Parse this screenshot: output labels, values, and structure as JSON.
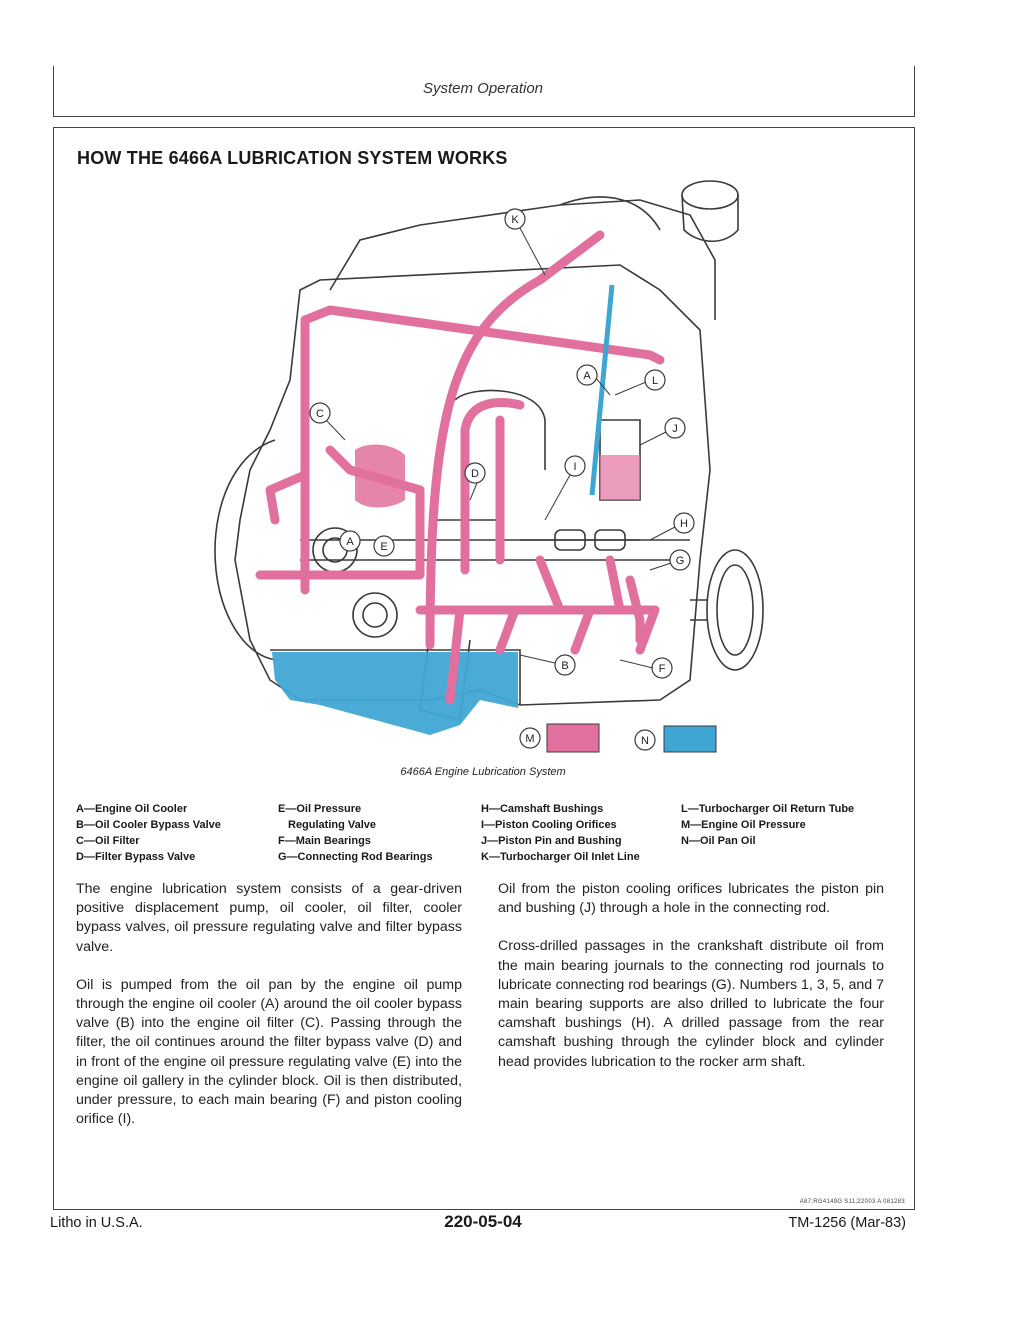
{
  "header": {
    "section": "System Operation"
  },
  "page": {
    "title": "HOW THE 6466A LUBRICATION SYSTEM WORKS"
  },
  "figure": {
    "caption": "6466A Engine Lubrication System",
    "labels": [
      "A",
      "B",
      "C",
      "D",
      "E",
      "F",
      "G",
      "H",
      "I",
      "J",
      "K",
      "L",
      "M",
      "N"
    ],
    "key": {
      "M": {
        "label": "M",
        "color": "#e2709e"
      },
      "N": {
        "label": "N",
        "color": "#3fa6d4"
      }
    },
    "colors": {
      "pressure": "#e2709e",
      "pan_oil": "#3fa6d4",
      "line": "#3a3a3a"
    }
  },
  "legend": {
    "col1": [
      "A—Engine Oil Cooler",
      "B—Oil Cooler Bypass Valve",
      "C—Oil Filter",
      "D—Filter Bypass Valve"
    ],
    "col2": [
      "E—Oil Pressure",
      "Regulating Valve",
      "F—Main Bearings",
      "G—Connecting Rod Bearings"
    ],
    "col3": [
      "H—Camshaft Bushings",
      "I—Piston Cooling Orifices",
      "J—Piston Pin and Bushing",
      "K—Turbocharger Oil Inlet Line"
    ],
    "col4": [
      "L—Turbocharger Oil Return Tube",
      "M—Engine Oil Pressure",
      "N—Oil Pan Oil"
    ]
  },
  "body": {
    "left": [
      "The engine lubrication system consists of a gear-driven positive displacement pump, oil cooler, oil filter, cooler bypass valves, oil pressure regulating valve and filter bypass valve.",
      "Oil is pumped from the oil pan by the engine oil pump through the engine oil cooler (A) around the oil cooler bypass valve (B) into the engine oil filter (C). Passing through the filter, the oil continues around the filter bypass valve (D) and in front of the engine oil pressure regulating valve (E) into the engine oil gallery in the cylinder block. Oil is then distributed, under pressure, to each main bearing (F) and piston cooling orifice (I)."
    ],
    "right": [
      "Oil from the piston cooling orifices lubricates the piston pin and bushing (J) through a hole in the connecting rod.",
      "Cross-drilled passages in the crankshaft distribute oil from the main bearing journals to the connecting rod journals to lubricate connecting rod bearings (G). Numbers 1, 3, 5, and 7 main bearing supports are also drilled to lubricate the four camshaft bushings (H). A drilled passage from the rear camshaft bushing through the cylinder block and cylinder head provides lubrication to the rocker arm shaft."
    ]
  },
  "footer": {
    "left": "Litho in U.S.A.",
    "center": "220-05-04",
    "right": "TM-1256 (Mar-83)",
    "code": "A87;RG4149G  S11;22003  A  081283"
  }
}
